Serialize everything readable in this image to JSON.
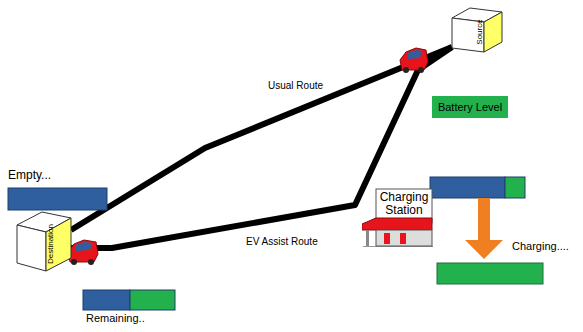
{
  "diagram": {
    "nodes": [
      {
        "text": [
          "Source"
        ]
      },
      {
        "text": [
          "Battery Level"
        ]
      },
      {
        "text": [
          "Charging Station"
        ]
      },
      {
        "text": [
          "Destination"
        ]
      }
    ],
    "edges": [
      {
        "from": 0,
        "to": 3,
        "arrow": "none",
        "label": "Usual Route"
      },
      {
        "from": 0,
        "to": 3,
        "arrow": "none",
        "label": "EV Assist Route"
      }
    ],
    "labels": [
      "Empty...",
      "Charging....",
      "Remaining.."
    ]
  }
}
